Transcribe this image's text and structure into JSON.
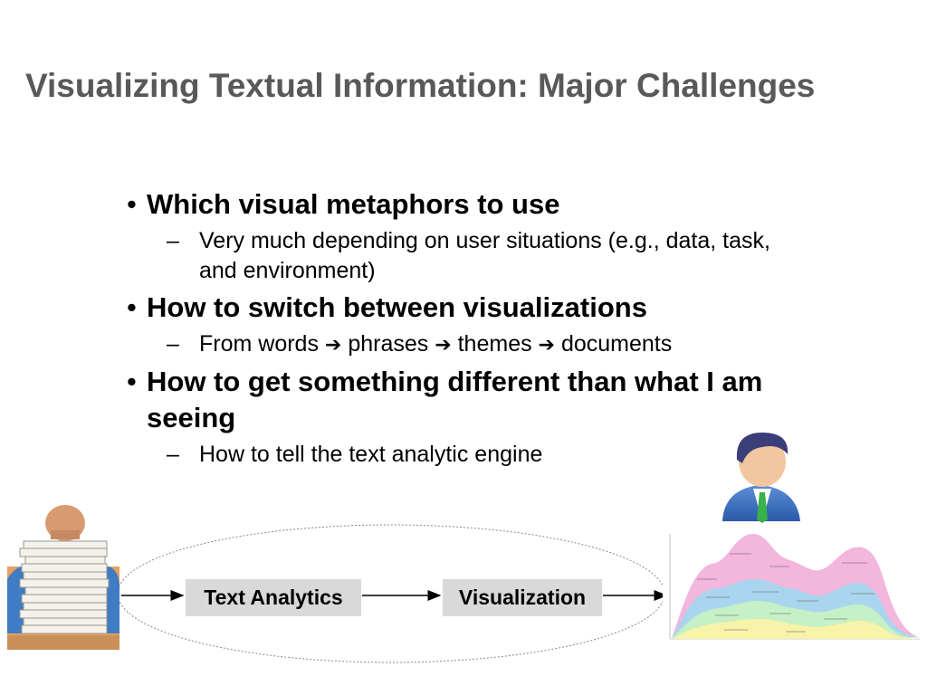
{
  "slide": {
    "title": "Visualizing Textual Information: Major Challenges",
    "bullets": [
      {
        "text": "Which visual metaphors to use",
        "sub": [
          "Very much depending on user situations (e.g., data, task, and environment)"
        ]
      },
      {
        "text": "How to switch between visualizations",
        "sub": [
          {
            "parts": [
              "From words",
              "phrases",
              "themes",
              "documents"
            ],
            "arrow": "➔"
          }
        ]
      },
      {
        "text": "How to get something different than what I am seeing",
        "sub": [
          "How to tell the text analytic engine"
        ]
      }
    ]
  },
  "diagram": {
    "box1": "Text Analytics",
    "box2": "Visualization"
  },
  "icons": {
    "left_image": "person-behind-paper-stack-illustration",
    "user": "user-avatar-icon",
    "right_image": "themeriver-stream-graph-thumbnail"
  }
}
